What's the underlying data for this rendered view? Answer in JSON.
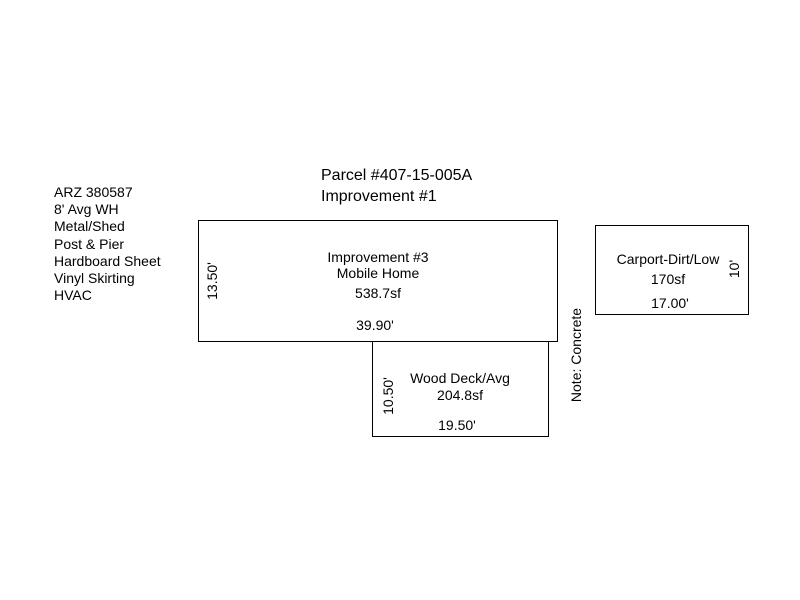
{
  "parcel": {
    "line1": "Parcel #407-15-005A",
    "line2": "Improvement #1"
  },
  "notes": [
    "ARZ 380587",
    "8' Avg WH",
    "Metal/Shed",
    "Post & Pier",
    "Hardboard Sheet",
    "Vinyl Skirting",
    "HVAC"
  ],
  "mobile_home": {
    "name": "Improvement #3",
    "type": "Mobile Home",
    "area": "538.7sf",
    "width": "39.90'",
    "depth": "13.50'"
  },
  "deck": {
    "name": "Wood Deck/Avg",
    "area": "204.8sf",
    "width": "19.50'",
    "depth": "10.50'"
  },
  "carport": {
    "name": "Carport-Dirt/Low",
    "area": "170sf",
    "width": "17.00'",
    "depth": "10'"
  },
  "concrete_note": "Note: Concrete"
}
